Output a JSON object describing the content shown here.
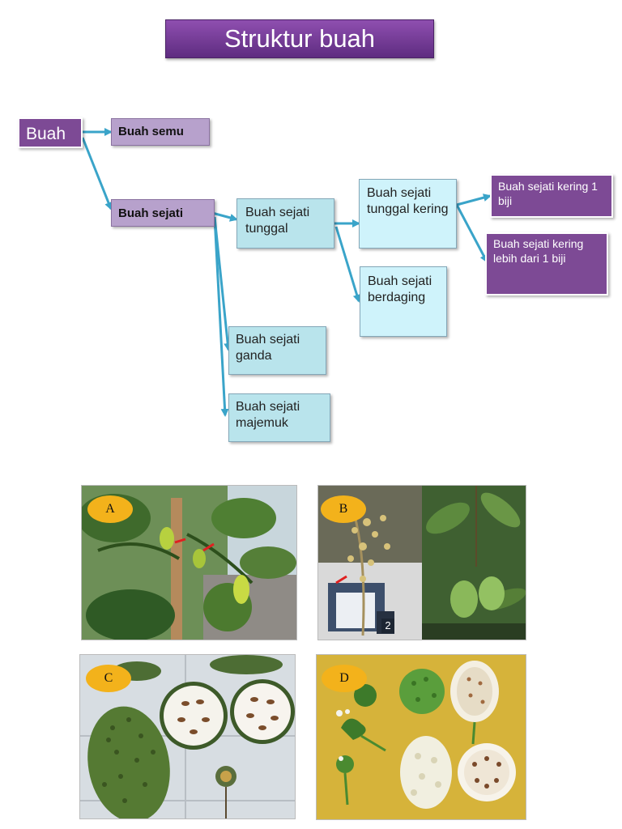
{
  "title": "Struktur buah",
  "diagram": {
    "buah": "Buah",
    "buah_semu": "Buah semu",
    "buah_sejati": "Buah sejati",
    "tunggal": "Buah sejati tunggal",
    "ganda": "Buah sejati ganda",
    "majemuk": "Buah sejati majemuk",
    "tunggal_kering": "Buah sejati tunggal kering",
    "berdaging": "Buah sejati berdaging",
    "kering_1_biji": "Buah sejati kering 1 biji",
    "kering_lebih": "Buah sejati kering lebih dari 1 biji"
  },
  "photos": {
    "a": "A",
    "b": "B",
    "b_tag": "2",
    "c": "C",
    "d": "D"
  }
}
